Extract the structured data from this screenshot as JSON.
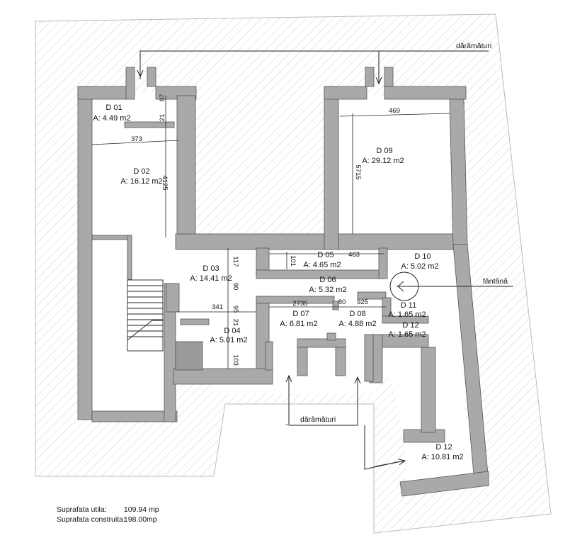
{
  "rooms": [
    {
      "name": "D 01",
      "area": "A: 4.49 m2"
    },
    {
      "name": "D 02",
      "area": "A: 16.12 m2"
    },
    {
      "name": "D 03",
      "area": "A: 14.41 m2"
    },
    {
      "name": "D 04",
      "area": "A: 5.01 m2"
    },
    {
      "name": "D 05",
      "area": "A: 4.65 m2"
    },
    {
      "name": "D 06",
      "area": "A: 5.32 m2"
    },
    {
      "name": "D 07",
      "area": "A: 6.81 m2"
    },
    {
      "name": "D 08",
      "area": "A: 4.88 m2"
    },
    {
      "name": "D 09",
      "area": "A: 29.12 m2"
    },
    {
      "name": "D 10",
      "area": "A: 5.02 m2"
    },
    {
      "name": "D 11",
      "area": "A: 1.65 m2"
    },
    {
      "name": "D 12",
      "area": "A: 1.65 m2"
    },
    {
      "name": "D 12",
      "area": "A: 10.81 m2"
    }
  ],
  "dimensions": [
    "87",
    "21",
    "373",
    "469",
    "5715",
    "4125",
    "117",
    "101",
    "463",
    "90",
    "95",
    "341",
    "21",
    "103",
    "2735",
    "80",
    "925"
  ],
  "labels": {
    "daramaturi_top": "dărâmături",
    "daramaturi_bottom": "dărâmături",
    "fantana": "fântână"
  },
  "summary": {
    "util_label": "Suprafata utila:",
    "util_value": "109.94 mp",
    "constr_label": "Suprafata construita:",
    "constr_value": "198.00mp"
  }
}
